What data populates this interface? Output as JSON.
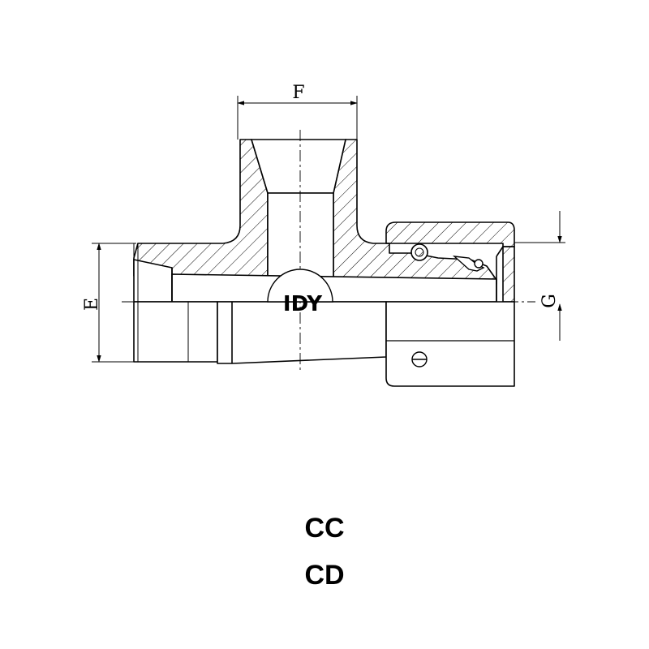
{
  "dimension_labels": {
    "top": "F",
    "left": "E",
    "right": "G"
  },
  "brand_mark": "IDY",
  "codes": [
    "CC",
    "CD"
  ],
  "colors": {
    "line": "#000000",
    "background": "#ffffff"
  }
}
